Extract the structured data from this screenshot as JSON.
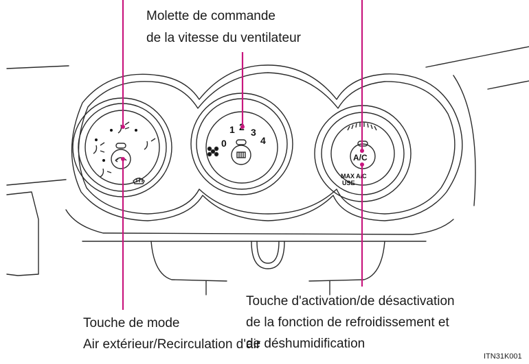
{
  "callouts": {
    "fan_speed_dial": {
      "line1": "Molette de commande",
      "line2": "de la vitesse du ventilateur"
    },
    "mode_button": "Touche de mode",
    "air_intake_button": "Air extérieur/Recirculation d'air",
    "ac_button": {
      "line1": "Touche d'activation/de désactivation",
      "line2": "de la fonction de refroidissement et",
      "line3": "de déshumidification"
    }
  },
  "knob_labels": {
    "fan_speeds": [
      "0",
      "1",
      "2",
      "3",
      "4"
    ],
    "ac": "A/C",
    "max_ac": "MAX A/C",
    "use": "USE"
  },
  "figure_code": "ITN31K001",
  "colors": {
    "callout_line": "#c8177e",
    "outline": "#2a2a2a"
  }
}
